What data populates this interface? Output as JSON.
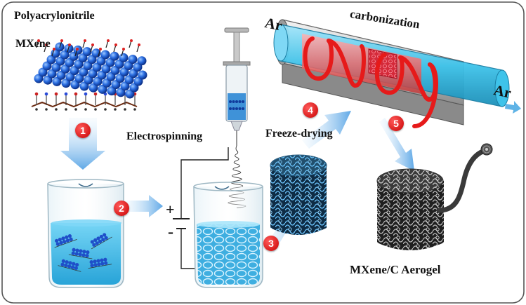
{
  "labels": {
    "polymer": "Polyacrylonitrile",
    "mxene": "MXene",
    "electrospinning": "Electrospinning",
    "freeze_drying": "Freeze-drying",
    "carbonization": "carbonization",
    "gas_in": "Ar",
    "gas_out": "Ar",
    "product": "MXene/C Aerogel",
    "plus": "+",
    "minus": "-"
  },
  "steps": [
    "1",
    "2",
    "3",
    "4",
    "5"
  ],
  "colors": {
    "step_badge": "#d40000",
    "arrow": "#6fb3ea",
    "liquid": "#33b5e6",
    "mxene_atoms": "#1f5fd9",
    "furnace": "#bfbfbf",
    "tube": "#3ec3ea",
    "heating_coil": "#e61a1a",
    "aerogel_blue": "#1d5f86",
    "aerogel_gray": "#4a4a4a"
  }
}
